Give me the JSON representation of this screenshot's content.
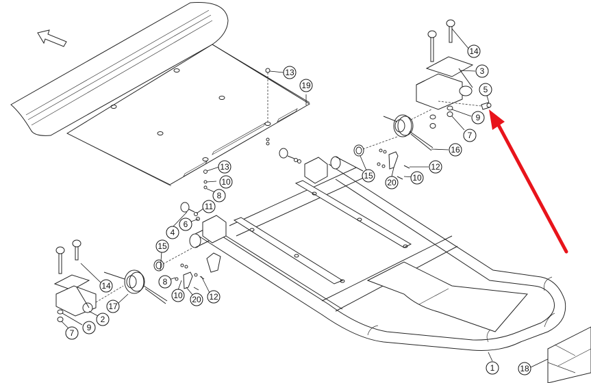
{
  "diagram": {
    "title": "",
    "type": "exploded-parts-assembly",
    "direction_arrow": "arrow-outline-icon",
    "highlight": {
      "color": "#e8141b",
      "target_part": "5",
      "description": "red arrow pointing at part 5"
    },
    "callouts": [
      {
        "id": "c1",
        "label": "1"
      },
      {
        "id": "c2",
        "label": "2"
      },
      {
        "id": "c3",
        "label": "3"
      },
      {
        "id": "c4",
        "label": "4"
      },
      {
        "id": "c5",
        "label": "5"
      },
      {
        "id": "c6",
        "label": "6"
      },
      {
        "id": "c7a",
        "label": "7"
      },
      {
        "id": "c7b",
        "label": "7"
      },
      {
        "id": "c8a",
        "label": "8"
      },
      {
        "id": "c8b",
        "label": "8"
      },
      {
        "id": "c9a",
        "label": "9"
      },
      {
        "id": "c9b",
        "label": "9"
      },
      {
        "id": "c10a",
        "label": "10"
      },
      {
        "id": "c10b",
        "label": "10"
      },
      {
        "id": "c10c",
        "label": "10"
      },
      {
        "id": "c11",
        "label": "11"
      },
      {
        "id": "c12a",
        "label": "12"
      },
      {
        "id": "c12b",
        "label": "12"
      },
      {
        "id": "c13a",
        "label": "13"
      },
      {
        "id": "c13b",
        "label": "13"
      },
      {
        "id": "c14a",
        "label": "14"
      },
      {
        "id": "c14b",
        "label": "14"
      },
      {
        "id": "c15a",
        "label": "15"
      },
      {
        "id": "c15b",
        "label": "15"
      },
      {
        "id": "c16",
        "label": "16"
      },
      {
        "id": "c17",
        "label": "17"
      },
      {
        "id": "c18",
        "label": "18"
      },
      {
        "id": "c19",
        "label": "19"
      },
      {
        "id": "c20a",
        "label": "20"
      },
      {
        "id": "c20b",
        "label": "20"
      }
    ]
  }
}
